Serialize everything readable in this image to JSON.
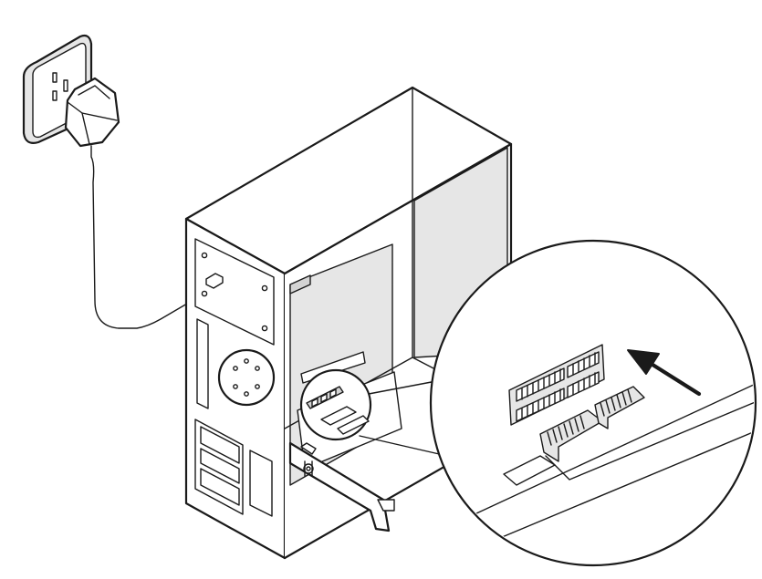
{
  "diagram": {
    "title": "",
    "colors": {
      "line": "#1a1a1a",
      "fill": "#ffffff",
      "shade": "#e6e6e6",
      "shade_dark": "#d4d4d4"
    },
    "parts": [
      "wall-outlet",
      "power-adapter",
      "power-cable",
      "computer-tower",
      "pcie-adapter-card",
      "motherboard-slot",
      "magnifier-circle",
      "insert-arrow"
    ]
  }
}
